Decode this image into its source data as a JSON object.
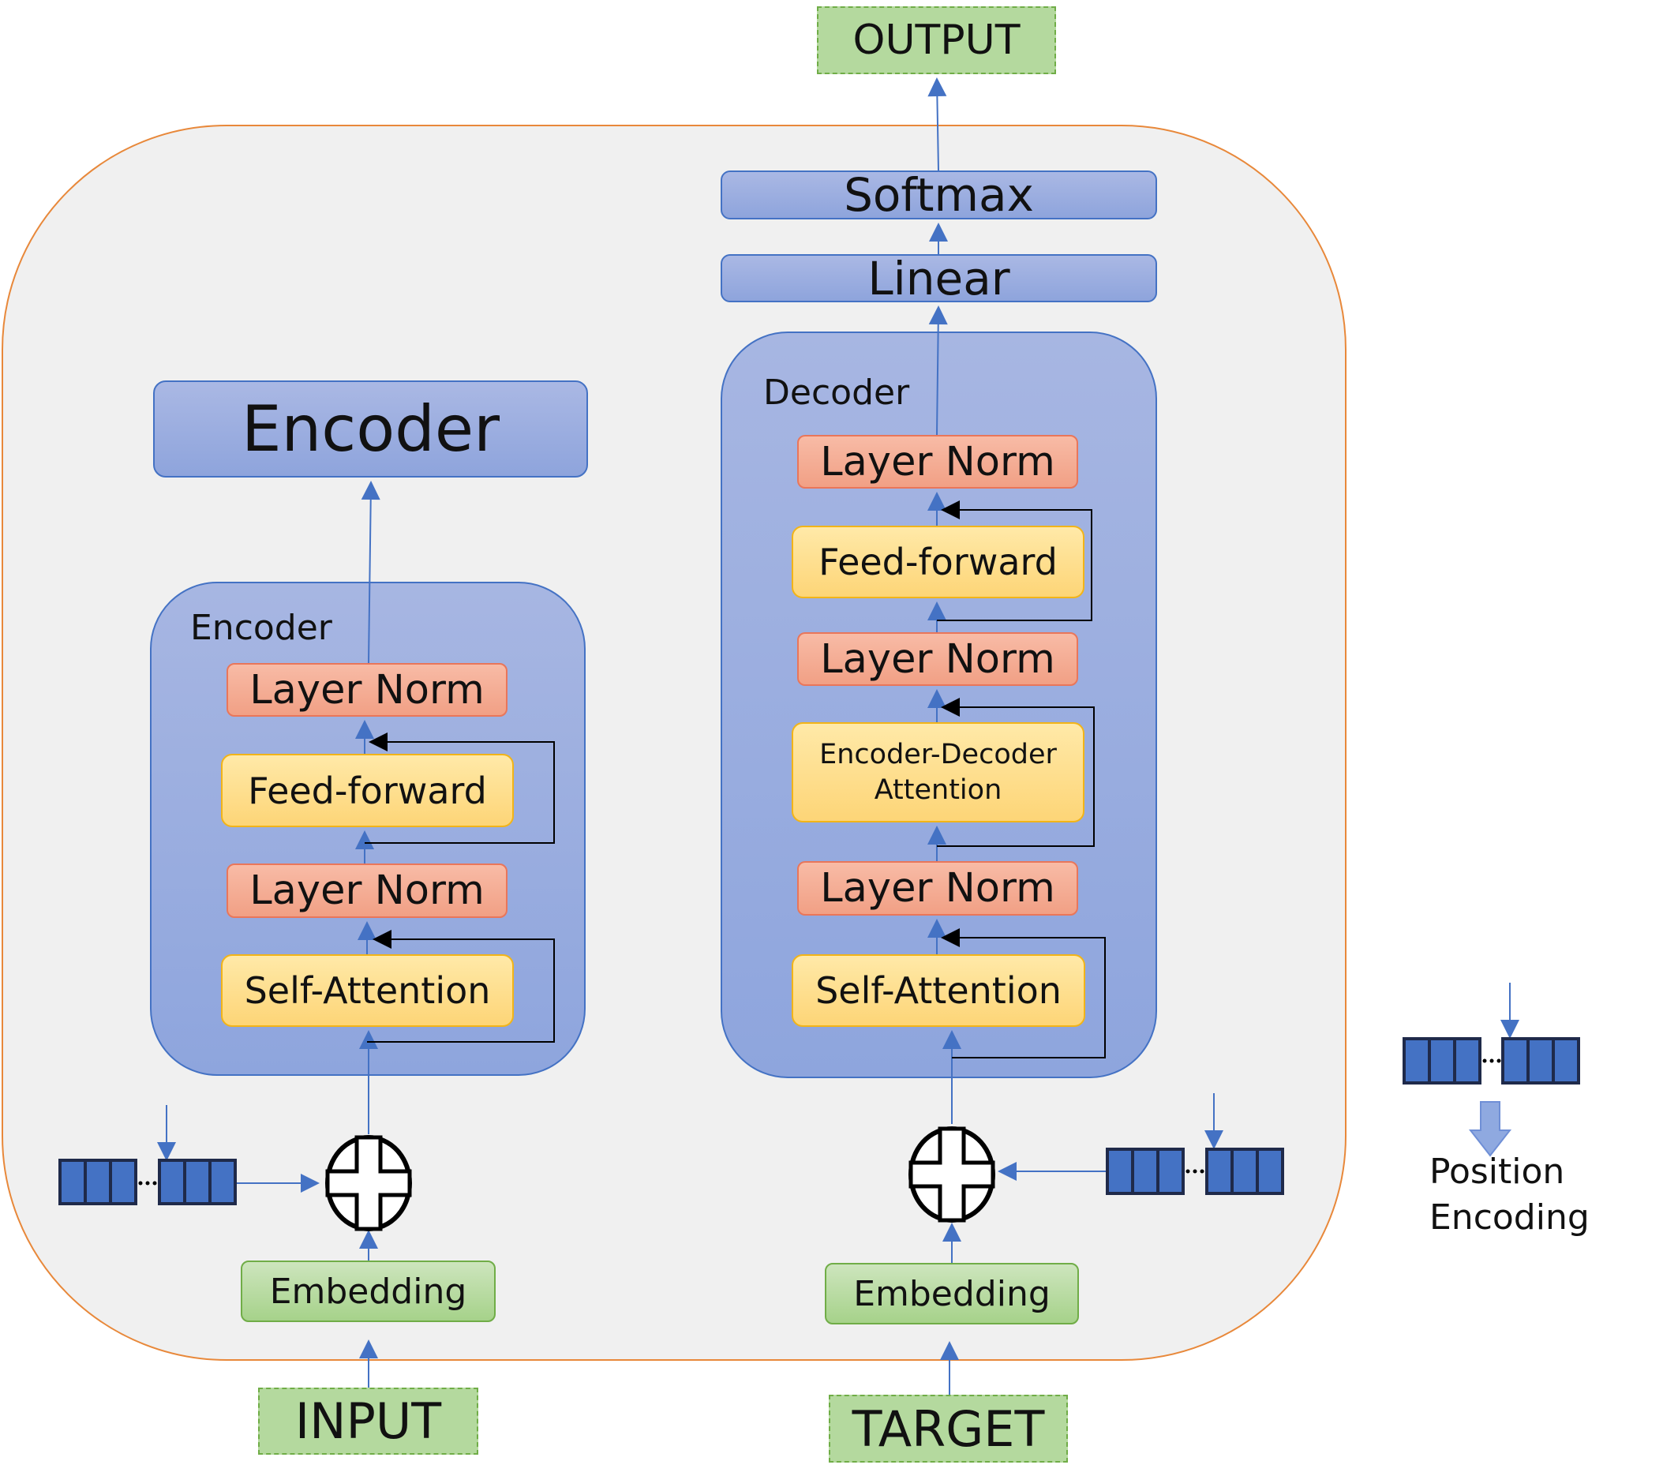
{
  "output_label": "OUTPUT",
  "softmax_label": "Softmax",
  "linear_label": "Linear",
  "encoder_stack_label": "Encoder",
  "encoder": {
    "title": "Encoder",
    "layer_norm_top": "Layer Norm",
    "feed_forward": "Feed-forward",
    "layer_norm_bottom": "Layer Norm",
    "self_attention": "Self-Attention",
    "embedding": "Embedding",
    "input_label": "INPUT"
  },
  "decoder": {
    "title": "Decoder",
    "layer_norm_top": "Layer Norm",
    "feed_forward": "Feed-forward",
    "layer_norm_middle": "Layer Norm",
    "enc_dec_attention_line1": "Encoder-Decoder",
    "enc_dec_attention_line2": "Attention",
    "layer_norm_bottom": "Layer Norm",
    "self_attention": "Self-Attention",
    "embedding": "Embedding",
    "target_label": "TARGET"
  },
  "position_encoding": {
    "line1": "Position",
    "line2": "Encoding"
  },
  "colors": {
    "arrow_blue": "#4472c4",
    "outer_border": "#e8883a",
    "vector_cell": "#4472c4"
  }
}
